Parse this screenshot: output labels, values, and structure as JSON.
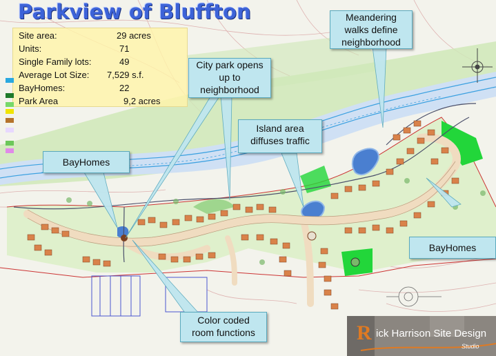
{
  "title": "Parkview of Bluffton",
  "stats": [
    {
      "label": "Site area:",
      "value": "29 acres"
    },
    {
      "label": "Units:",
      "value": "71"
    },
    {
      "label": "Single Family lots:",
      "value": "49"
    },
    {
      "label": "Average Lot Size:",
      "value": "7,529 s.f."
    },
    {
      "label": "BayHomes:",
      "value": "22"
    },
    {
      "label": "Park Area",
      "value": "9,2 acres"
    }
  ],
  "legend_swatch_colors": [
    "#29a8e0",
    "#1f7a2a",
    "#77d86a",
    "#f0e400",
    "#b5732b",
    "#e8d8ff",
    "#6cc75a",
    "#e08ae8"
  ],
  "callouts": {
    "meandering": [
      "Meandering",
      "walks define",
      "neighborhood"
    ],
    "city_park": [
      "City park opens",
      "up to",
      "neighborhood"
    ],
    "island": [
      "Island area",
      "diffuses traffic"
    ],
    "bayhomes_left": [
      "BayHomes"
    ],
    "bayhomes_right": [
      "BayHomes"
    ],
    "color_coded": [
      "Color coded",
      "room functions"
    ]
  },
  "logo": {
    "letter": "R",
    "name": "ick Harrison Site Design",
    "sub": "Studio"
  },
  "colors": {
    "title": "#3d63d8",
    "callout_fill": "#bfe6ef",
    "stats_fill": "#fff4aa",
    "park_green": "#cfe7b8",
    "bright_green": "#22d63a",
    "road": "#f0dcc0",
    "water": "#4a7fd0",
    "house": "#d9824a"
  }
}
